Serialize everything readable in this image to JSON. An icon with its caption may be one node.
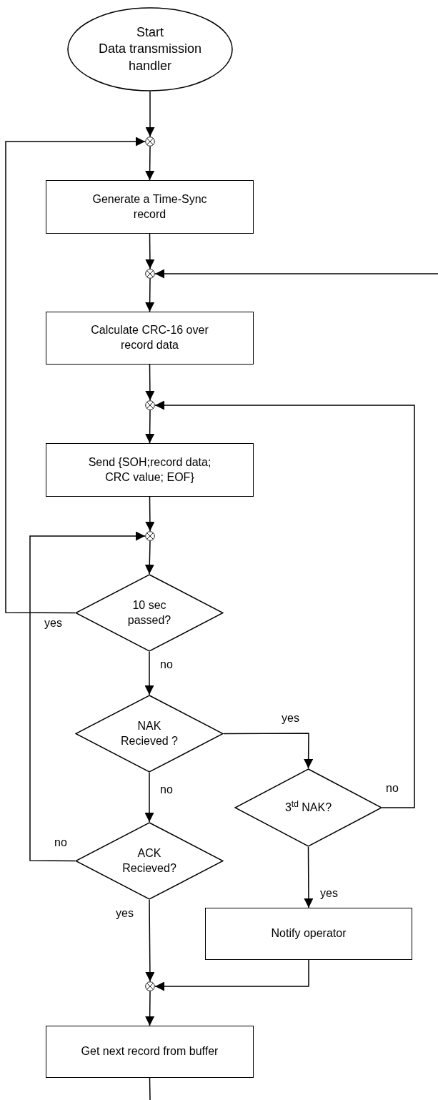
{
  "diagram": {
    "nodes": [
      {
        "text": [
          "Start",
          "Data transmission handler"
        ]
      },
      {
        "text": [],
        "shape": "circle"
      },
      {
        "text": [
          "Generate a Time-Sync record"
        ]
      },
      {
        "text": [],
        "shape": "circle"
      },
      {
        "text": [
          "Calculate CRC-16 over record data"
        ]
      },
      {
        "text": [],
        "shape": "circle"
      },
      {
        "text": [
          "Send {SOH;record data; CRC value; EOF}"
        ]
      },
      {
        "text": [],
        "shape": "circle"
      },
      {
        "text": [
          "10 sec passed?"
        ]
      },
      {
        "text": [
          "NAK Recieved ?"
        ]
      },
      {
        "text": [
          "3$^{td}$ NAK?"
        ]
      },
      {
        "text": [
          "ACK Recieved?"
        ]
      },
      {
        "text": [
          "Notify operator"
        ]
      },
      {
        "text": [],
        "shape": "circle"
      },
      {
        "text": [
          "Get next record from buffer"
        ]
      }
    ],
    "edges": [
      {
        "from": 0,
        "to": 1,
        "arrow": "to"
      },
      {
        "from": 1,
        "to": 2,
        "arrow": "to"
      },
      {
        "from": 2,
        "to": 3,
        "arrow": "to"
      },
      {
        "from": null,
        "to": 3,
        "arrow": "to"
      },
      {
        "from": 3,
        "to": 4,
        "arrow": "to"
      },
      {
        "from": 4,
        "to": 5,
        "arrow": "to"
      },
      {
        "from": 5,
        "to": 6,
        "arrow": "to"
      },
      {
        "from": 6,
        "to": 7,
        "arrow": "to"
      },
      {
        "from": 7,
        "to": 8,
        "arrow": "to"
      },
      {
        "from": 8,
        "to": 1,
        "arrow": "to",
        "label": "yes"
      },
      {
        "from": 8,
        "to": 9,
        "arrow": "to",
        "label": "no"
      },
      {
        "from": 9,
        "to": 10,
        "arrow": "to",
        "label": "yes"
      },
      {
        "from": 9,
        "to": 11,
        "arrow": "to",
        "label": "no"
      },
      {
        "from": 10,
        "to": 5,
        "arrow": "to",
        "label": "no"
      },
      {
        "from": 11,
        "to": 7,
        "arrow": "to",
        "label": "no"
      },
      {
        "from": 10,
        "to": 12,
        "arrow": "to",
        "label": "yes"
      },
      {
        "from": 11,
        "to": 13,
        "arrow": "to",
        "label": "yes"
      },
      {
        "from": 12,
        "to": 13,
        "arrow": "to"
      },
      {
        "from": 13,
        "to": 14,
        "arrow": "to"
      },
      {
        "from": 14,
        "to": null,
        "arrow": "none"
      }
    ]
  }
}
